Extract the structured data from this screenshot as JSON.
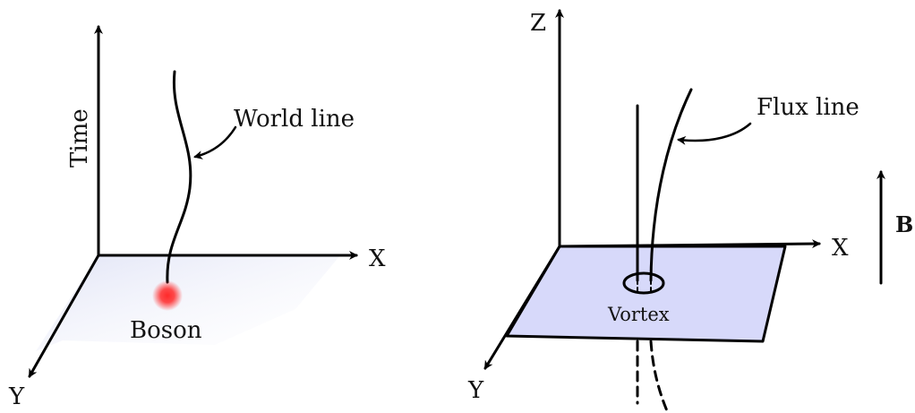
{
  "left_panel": {
    "axis_time_label": "Time",
    "axis_x_label": "X",
    "axis_y_label": "Y",
    "world_line_label": "World line",
    "boson_label": "Boson",
    "boson_color": "#ff2a2a",
    "plane_color": "#e3e6f7"
  },
  "right_panel": {
    "axis_z_label": "Z",
    "axis_x_label": "X",
    "axis_y_label": "Y",
    "flux_line_label": "Flux line",
    "vortex_label": "Vortex",
    "field_label": "B",
    "plane_color": "#d7d9fa"
  }
}
